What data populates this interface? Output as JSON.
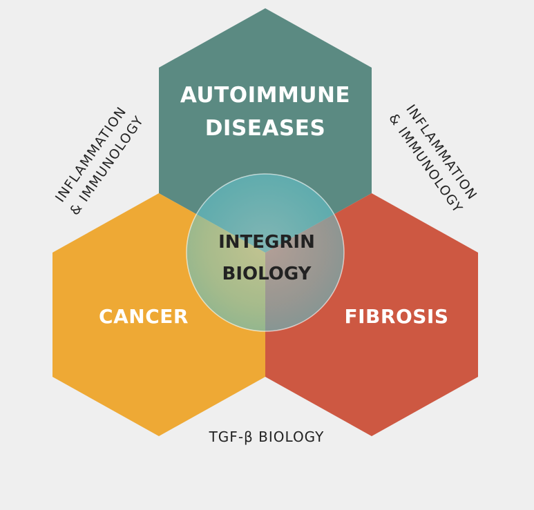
{
  "hexagons": {
    "top": {
      "line1": "AUTOIMMUNE",
      "line2": "DISEASES",
      "color": "#5b8a82"
    },
    "left": {
      "label": "CANCER",
      "color": "#eea935"
    },
    "right": {
      "label": "FIBROSIS",
      "color": "#cd5842"
    }
  },
  "center": {
    "line1": "INTEGRIN",
    "line2": "BIOLOGY",
    "color": "#5fc6cf"
  },
  "side_labels": {
    "left": {
      "line1": "INFLAMMATION",
      "line2": "& IMMUNOLOGY"
    },
    "right": {
      "line1": "INFLAMMATION",
      "line2": "& IMMUNOLOGY"
    }
  },
  "bottom_label": "TGF-β BIOLOGY"
}
